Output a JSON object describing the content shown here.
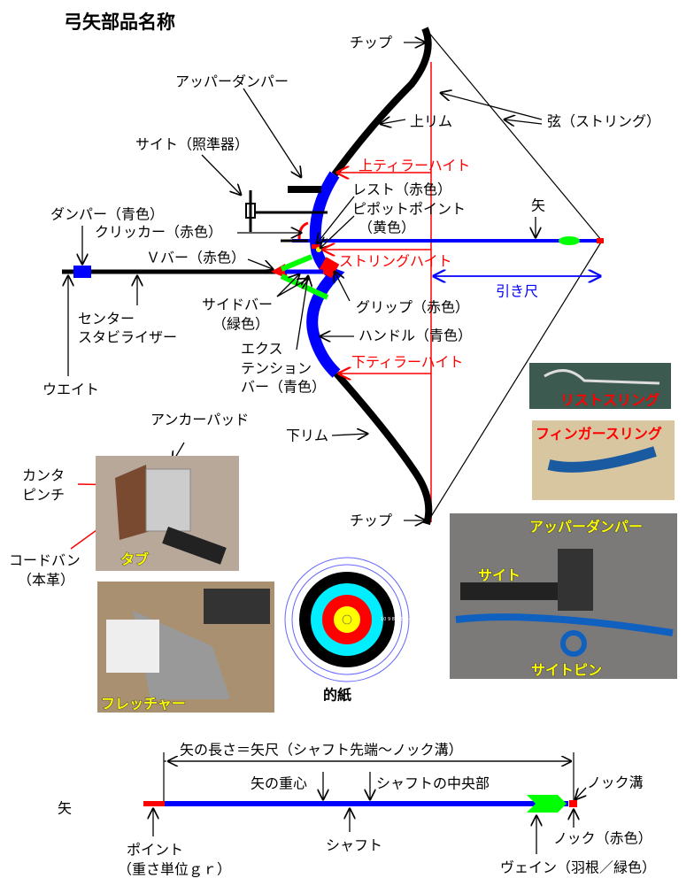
{
  "title": "弓矢部品名称",
  "bow": {
    "tip_top": "チップ",
    "upper_damper": "アッパーダンパー",
    "upper_limb": "上リム",
    "string": "弦（ストリング）",
    "sight": "サイト（照準器）",
    "upper_tiller": "上ティラーハイト",
    "rest": "レスト（赤色）",
    "pivot": "ピポットポイント",
    "pivot_color": "（黄色）",
    "arrow": "矢",
    "damper": "ダンパー（青色）",
    "clicker": "クリッカー（赤色）",
    "vbar": "Ｖバー（赤色）",
    "string_height": "ストリングハイト",
    "draw_length": "引き尺",
    "side_bar_1": "サイドバー",
    "side_bar_2": "（緑色）",
    "grip": "グリップ（赤色）",
    "center_1": "センター",
    "center_2": "スタビライザー",
    "handle": "ハンドル（青色）",
    "ext_1": "エクス",
    "ext_2": "テンション",
    "ext_3": "バー（青色）",
    "lower_tiller": "下ティラーハイト",
    "weight": "ウエイト",
    "anchor_pad": "アンカーパッド",
    "lower_limb": "下リム",
    "kanta_1": "カンタ",
    "kanta_2": "ピンチ",
    "cordovan_1": "コードバン",
    "cordovan_2": "（本革）",
    "tab": "タブ",
    "tip_bottom": "チップ"
  },
  "photos": {
    "wrist_sling": "リストスリング",
    "finger_sling": "フィンガースリング",
    "upper_damper": "アッパーダンパー",
    "sight": "サイト",
    "sight_pin": "サイトピン",
    "fletcher": "フレッチャー"
  },
  "target": {
    "label": "的紙",
    "rings": [
      "10",
      "9",
      "8",
      "7",
      "6",
      "5",
      "4",
      "3",
      "2",
      "1"
    ]
  },
  "arrow_diagram": {
    "length": "矢の長さ＝矢尺（シャフト先端～ノック溝）",
    "center_of_gravity": "矢の重心",
    "shaft_center": "シャフトの中央部",
    "nock_groove": "ノック溝",
    "title": "矢",
    "point_1": "ポイント",
    "point_2": "（重さ単位ｇｒ）",
    "shaft": "シャフト",
    "nock": "ノック（赤色）",
    "vane": "ヴェイン（羽根／緑色）"
  },
  "colors": {
    "red": "#ff0000",
    "blue": "#0000ff",
    "green": "#00ff00",
    "yellow": "#ffff00"
  }
}
